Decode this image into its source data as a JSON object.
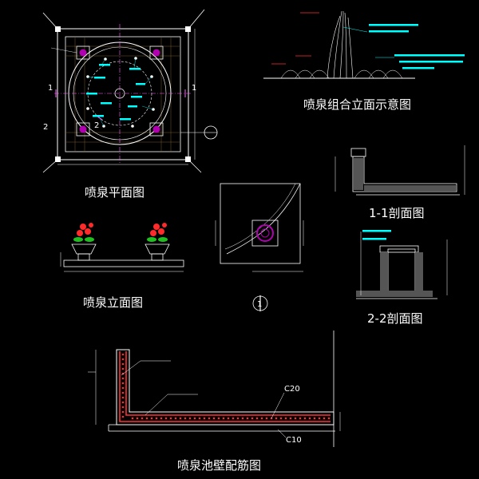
{
  "titles": {
    "plan": "喷泉平面图",
    "combo_elevation": "喷泉组合立面示意图",
    "elevation": "喷泉立面图",
    "section_1": "1-1剖面图",
    "section_2": "2-2剖面图",
    "wall_rebar": "喷泉池壁配筋图"
  },
  "labels": {
    "section_mark_1": "1",
    "section_mark_2": "2",
    "detail_mark": "1",
    "concrete_top": "C20",
    "concrete_bottom": "C10"
  },
  "colors": {
    "background": "#000000",
    "line": "#ffffff",
    "annotation": "#00ffff",
    "rebar": "#ff3030",
    "section_mark": "#ff60ff",
    "flower": "#ff2a2a",
    "leaf": "#1fbf1f"
  }
}
